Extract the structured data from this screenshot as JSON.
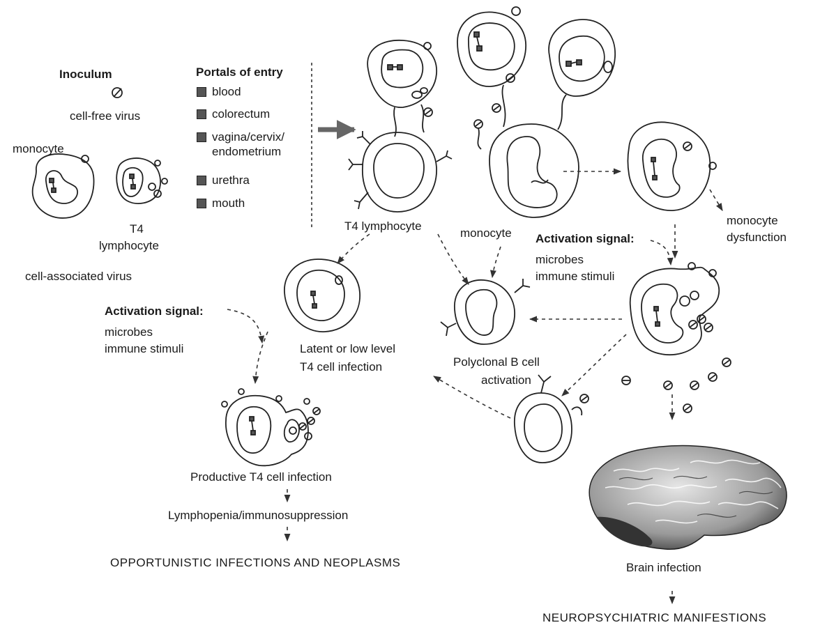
{
  "inoculum": {
    "title": "Inoculum",
    "cell_free_virus": "cell-free virus",
    "monocyte": "monocyte",
    "t4_lymphocyte_line1": "T4",
    "t4_lymphocyte_line2": "lymphocyte",
    "cell_associated_virus": "cell-associated virus"
  },
  "portals": {
    "title": "Portals of entry",
    "items": [
      {
        "line1": "blood"
      },
      {
        "line1": "colorectum"
      },
      {
        "line1": "vagina/cervix/",
        "line2": "endometrium"
      },
      {
        "line1": "urethra"
      },
      {
        "line1": "mouth"
      }
    ]
  },
  "labels": {
    "t4_lymphocyte": "T4 lymphocyte",
    "monocyte": "monocyte",
    "activation_signal_right": "Activation signal:",
    "microbes_right": "microbes",
    "immune_stimuli_right": "immune stimuli",
    "monocyte_dysfunction_1": "monocyte",
    "monocyte_dysfunction_2": "dysfunction",
    "activation_signal_left": "Activation signal:",
    "microbes_left": "microbes",
    "immune_stimuli_left": "immune stimuli",
    "latent_1": "Latent or low level",
    "latent_2": "T4 cell infection",
    "polyclonal_1": "Polyclonal B cell",
    "polyclonal_2": "activation",
    "productive": "Productive T4 cell infection",
    "lymphopenia": "Lymphopenia/immunosuppression",
    "opportunistic": "OPPORTUNISTIC INFECTIONS AND NEOPLASMS",
    "brain_infection": "Brain infection",
    "neuro": "NEUROPSYCHIATRIC MANIFESTIONS"
  }
}
